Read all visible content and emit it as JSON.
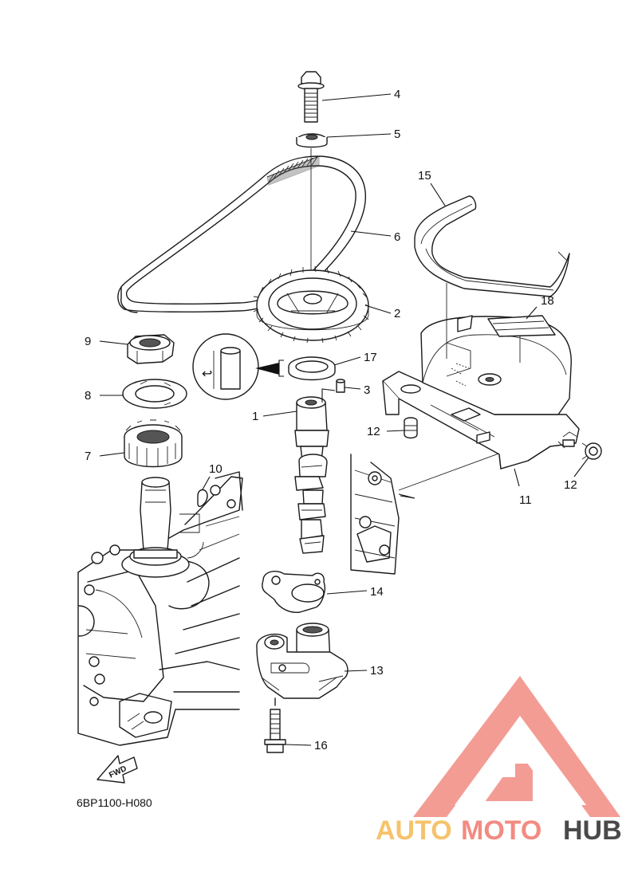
{
  "diagram": {
    "code": "6BP1100-H080",
    "fwd_label": "FWD",
    "callouts": [
      "1",
      "2",
      "3",
      "4",
      "5",
      "6",
      "7",
      "8",
      "9",
      "10",
      "11",
      "12",
      "12",
      "13",
      "14",
      "15",
      "16",
      "17",
      "18"
    ]
  },
  "watermark": {
    "word_part1": "AUTO",
    "word_part2": "MOTO",
    "word_part3": "HUB",
    "colors": {
      "logo": "#f28b82",
      "auto": "#f6c36b",
      "moto": "#f28b82",
      "hub": "#4a4a4a"
    }
  }
}
